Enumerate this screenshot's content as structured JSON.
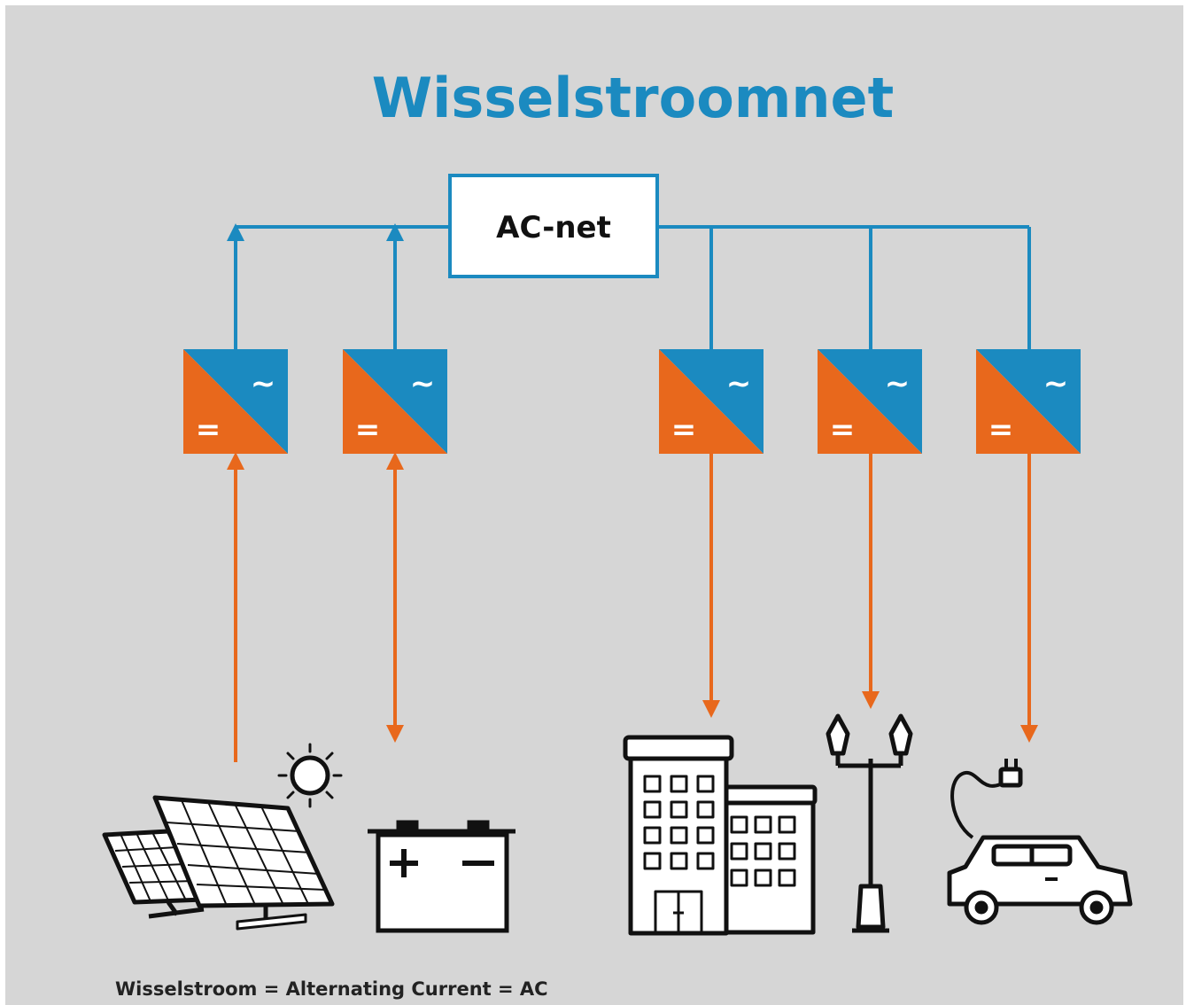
{
  "diagram": {
    "title": "Wisselstroomnet",
    "hub_label": "AC-net",
    "converter_ac_symbol": "~",
    "converter_dc_symbol": "=",
    "caption": "Wisselstroom = Alternating Current = AC",
    "colors": {
      "ac_line": "#1b8ac0",
      "dc_line": "#e8681c",
      "background": "#d6d6d6",
      "icon": "#111111"
    },
    "devices": [
      {
        "name": "solar-panels",
        "icon": "solar-panel-icon",
        "flow": "to-converter"
      },
      {
        "name": "battery",
        "icon": "battery-icon",
        "flow": "bidirectional"
      },
      {
        "name": "building",
        "icon": "building-icon",
        "flow": "to-device"
      },
      {
        "name": "street-lamp",
        "icon": "street-lamp-icon",
        "flow": "to-device"
      },
      {
        "name": "electric-car",
        "icon": "electric-car-icon",
        "flow": "to-device"
      }
    ]
  }
}
